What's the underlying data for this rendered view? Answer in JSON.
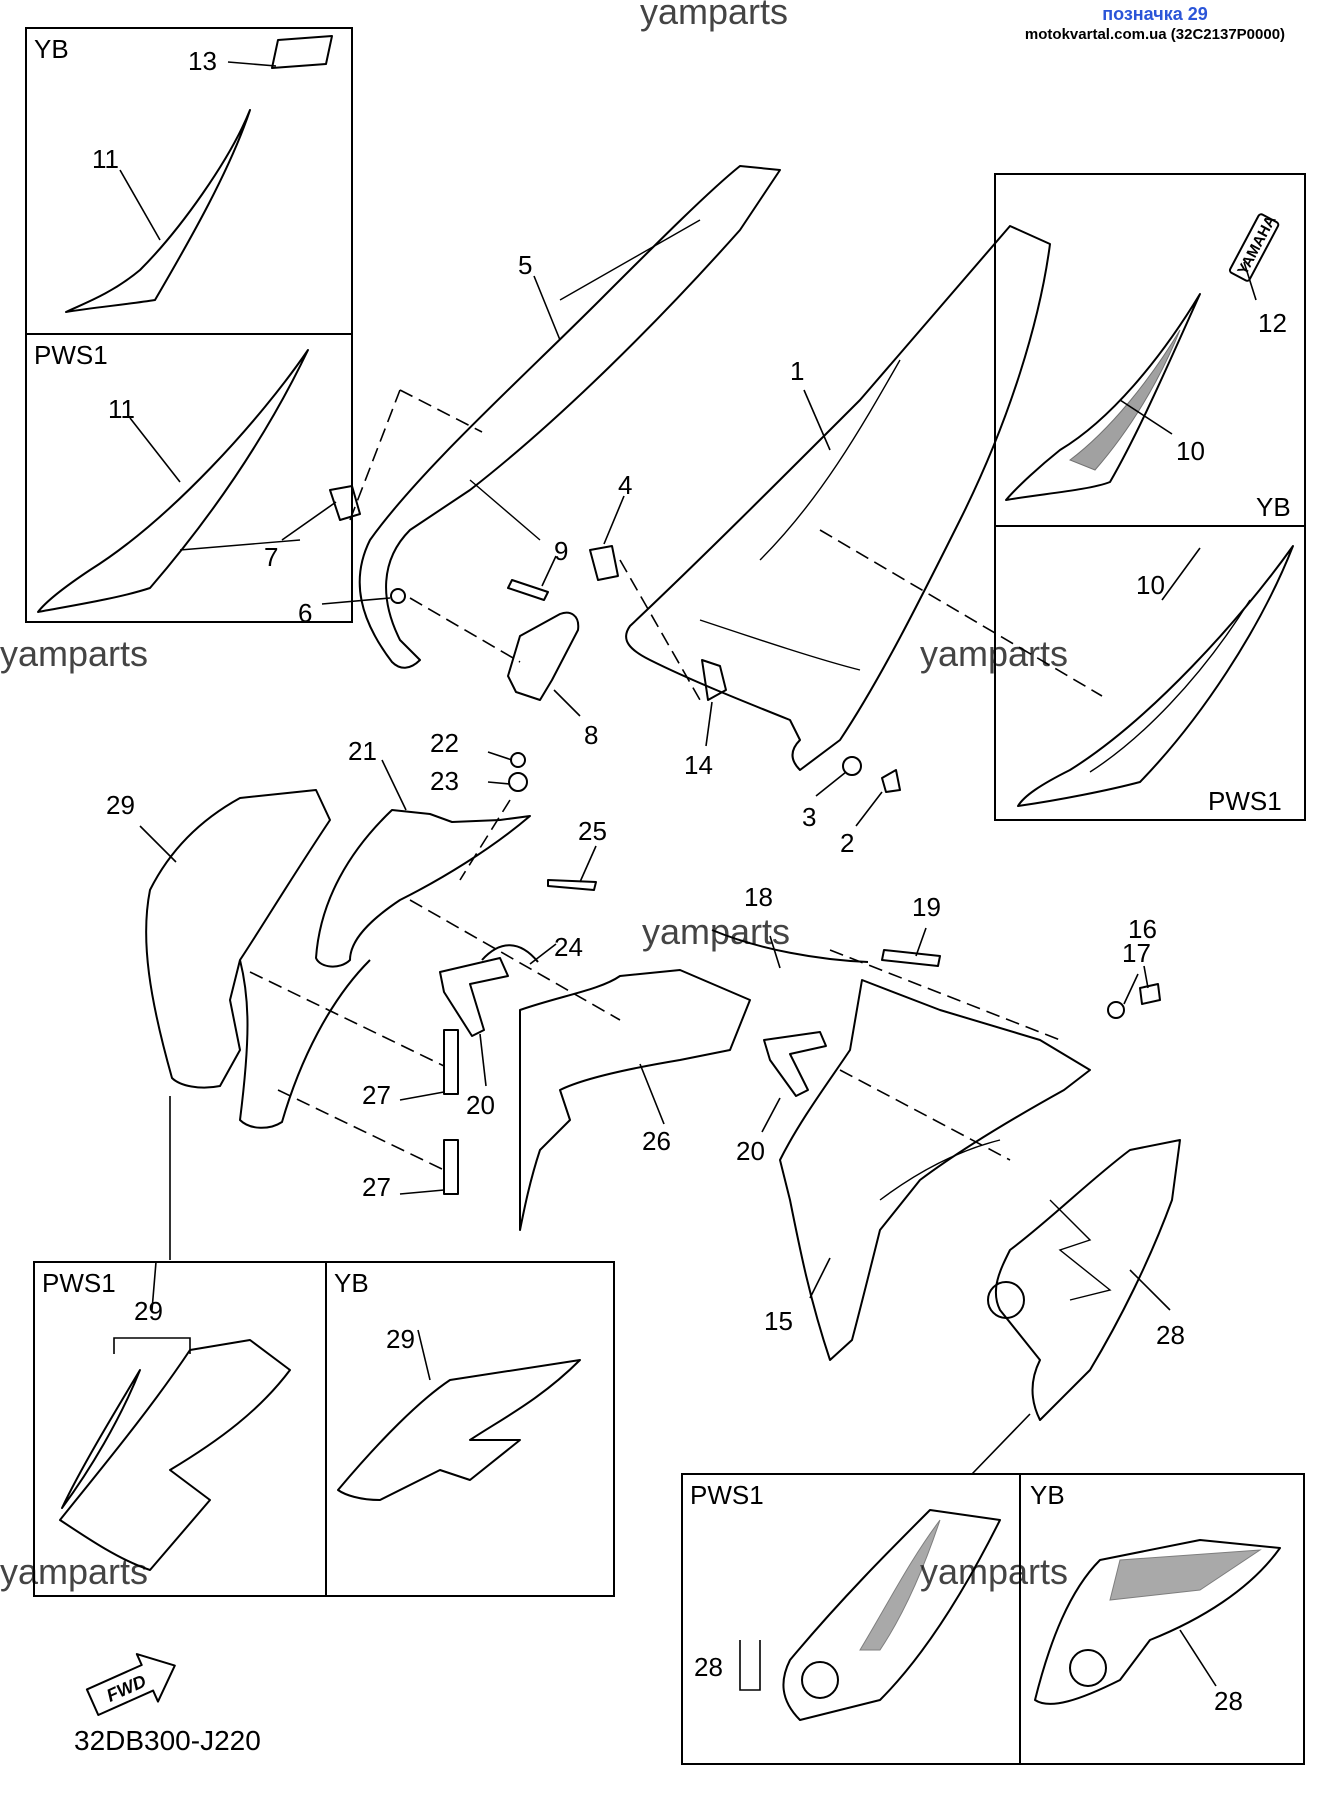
{
  "header": {
    "link_text": "позначка 29",
    "source_text": "motokvartal.com.ua (32C2137P0000)"
  },
  "watermark": "yamparts",
  "diagram_code": "32DB300-J220",
  "fwd_label": "FWD",
  "variants": {
    "yb": "YB",
    "pws1": "PWS1"
  },
  "brand_decal_text": "YAMAHA",
  "parts": {
    "p1": "1",
    "p2": "2",
    "p3": "3",
    "p4": "4",
    "p5": "5",
    "p6": "6",
    "p7": "7",
    "p8": "8",
    "p9": "9",
    "p10": "10",
    "p11": "11",
    "p12": "12",
    "p13": "13",
    "p14": "14",
    "p15": "15",
    "p16": "16",
    "p17": "17",
    "p18": "18",
    "p19": "19",
    "p20": "20",
    "p21": "21",
    "p22": "22",
    "p23": "23",
    "p24": "24",
    "p25": "25",
    "p26": "26",
    "p27": "27",
    "p28": "28",
    "p29": "29"
  },
  "colors": {
    "link": "#2b55d8",
    "line": "#000000"
  }
}
